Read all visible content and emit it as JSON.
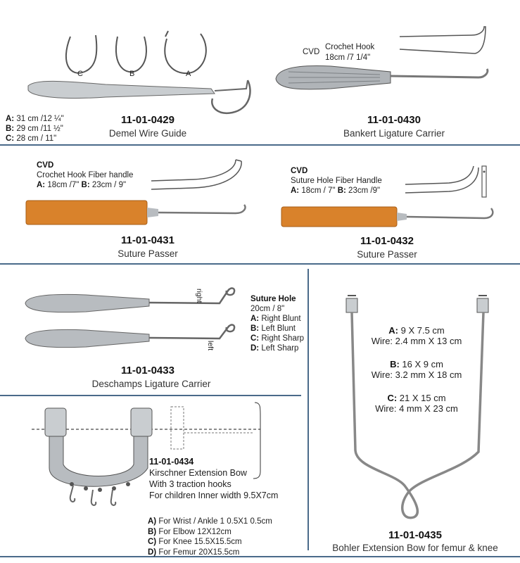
{
  "p1": {
    "code": "11-01-0429",
    "name": "Demel Wire Guide",
    "tip_labels": [
      "C",
      "B",
      "A"
    ],
    "sizes": [
      {
        "k": "A:",
        "v": " 31 cm /12 ¼\""
      },
      {
        "k": "B:",
        "v": " 29 cm /11 ½\""
      },
      {
        "k": "C:",
        "v": " 28 cm / 11\""
      }
    ]
  },
  "p2": {
    "code": "11-01-0430",
    "name": "Bankert Ligature Carrier",
    "cvd": "CVD",
    "hook": "Crochet Hook",
    "size": "18cm /7 1/4\""
  },
  "p3": {
    "code": "11-01-0431",
    "name": "Suture Passer",
    "cvd": "CVD",
    "desc": "Crochet Hook Fiber handle",
    "size_a_k": "A:",
    "size_a_v": " 18cm /7\" ",
    "size_b_k": "B:",
    "size_b_v": " 23cm / 9\""
  },
  "p4": {
    "code": "11-01-0432",
    "name": "Suture Passer",
    "cvd": "CVD",
    "desc": "Suture Hole Fiber Handle",
    "size_a_k": "A:",
    "size_a_v": " 18cm / 7\" ",
    "size_b_k": "B:",
    "size_b_v": " 23cm /9\""
  },
  "p5": {
    "code": "11-01-0433",
    "name": "Deschamps Ligature Carrier",
    "label_right": "right",
    "label_left": "left",
    "title": "Suture Hole",
    "size": "20cm / 8\"",
    "options": [
      {
        "k": "A:",
        "v": " Right Blunt"
      },
      {
        "k": "B:",
        "v": " Left Blunt"
      },
      {
        "k": "C:",
        "v": " Right Sharp"
      },
      {
        "k": "D:",
        "v": " Left Sharp"
      }
    ]
  },
  "p6": {
    "code": "11-01-0434",
    "lines": [
      "Kirschner Extension Bow",
      "With 3 traction hooks",
      "For children Inner width 9.5X7cm"
    ],
    "options": [
      {
        "k": "A)",
        "v": " For Wrist / Ankle 1 0.5X1 0.5cm"
      },
      {
        "k": "B)",
        "v": " For Elbow 12X12cm"
      },
      {
        "k": "C)",
        "v": " For Knee 15.5X15.5cm"
      },
      {
        "k": "D)",
        "v": " For Femur 20X15.5cm"
      }
    ]
  },
  "p7": {
    "code": "11-01-0435",
    "name": "Bohler Extension Bow for femur & knee",
    "specs": [
      {
        "k": "A:",
        "dim": " 9 X 7.5 cm",
        "wire": "Wire: 2.4 mm X 13 cm"
      },
      {
        "k": "B:",
        "dim": " 16 X 9 cm",
        "wire": "Wire: 3.2 mm X 18 cm"
      },
      {
        "k": "C:",
        "dim": " 21 X 15 cm",
        "wire": "Wire: 4 mm X 23 cm"
      }
    ]
  },
  "colors": {
    "divider": "#4a6a8a",
    "fiber_handle": "#d9822b",
    "steel": "#b8bcc0"
  }
}
